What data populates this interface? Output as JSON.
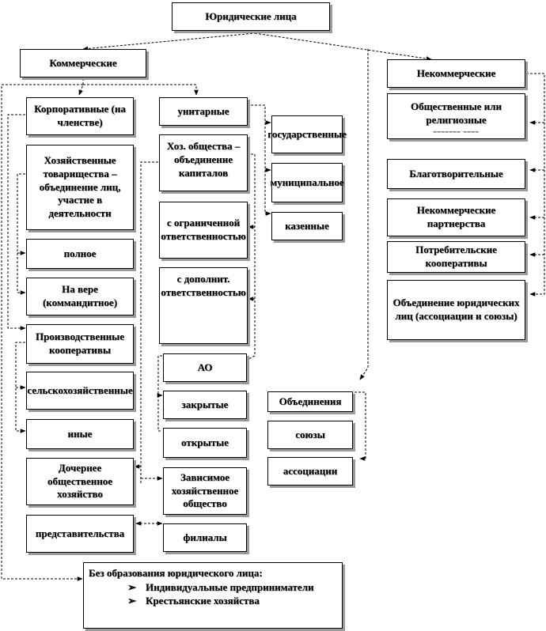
{
  "root": "Юридические лица",
  "commercial": {
    "title": "Коммерческие",
    "corporate": "Корпоративные (на членстве)",
    "partnerships": "Хозяйственные товарищества – объединение лиц, участие в деятельности",
    "full": "полное",
    "limited": "На вере (коммандитное)",
    "cooperatives": "Производственные кооперативы",
    "agri": "сельскохозяйственные",
    "other": "иные",
    "subsidiary": "Дочернее общественное хозяйство",
    "representation": "представительства",
    "unitary": "унитарные",
    "societies": "Хоз. общества – объединение капиталов",
    "llc": "с ограниченной ответственностью",
    "alc": "с дополнит. ответственностью",
    "jsc": "АО",
    "closed": "закрытые",
    "open": "открытые",
    "dependent": "Зависимое хозяйственное общество",
    "branches": "филиалы",
    "state": "государственные",
    "municipal": "муниципальное",
    "treasury": "казенные"
  },
  "noncommercial": {
    "title": "Некоммерческие",
    "public": "Общественные или религиозные",
    "charity": "Благотворительные",
    "partnerships": "Некоммерческие партнерства",
    "consumer": "Потребительские кооперативы",
    "union": "Объединение юридических лиц (ассоциации и союзы)",
    "associations": "Объединения",
    "unions": "союзы",
    "assoc": "ассоциации"
  },
  "no_entity": {
    "title": "Без образования юридического лица:",
    "items": [
      "Индивидуальные предприниматели",
      "Крестьянские хозяйства"
    ]
  }
}
